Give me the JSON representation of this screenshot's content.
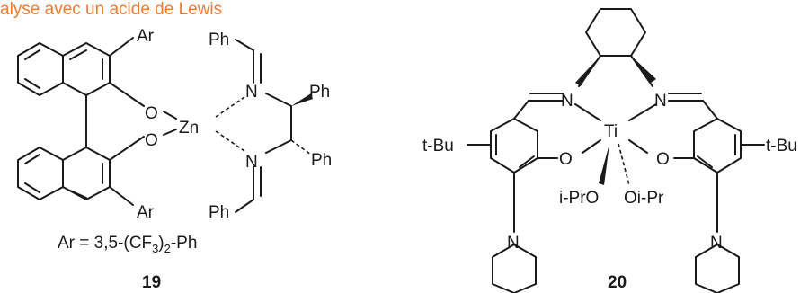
{
  "heading": "alyse avec un acide de Lewis",
  "compound_19": {
    "number": "19",
    "ar_top": "Ar",
    "ar_bottom": "Ar",
    "ph_top": "Ph",
    "ph_bottom": "Ph",
    "ph_right_top": "Ph",
    "ph_right_bottom": "Ph",
    "metal": "Zn",
    "o_top": "O",
    "o_bottom": "O",
    "n_top": "N",
    "n_bottom": "N",
    "formula_prefix": "Ar = 3,5-(CF",
    "formula_sub1": "3",
    "formula_mid": ")",
    "formula_sub2": "2",
    "formula_suffix": "-Ph"
  },
  "compound_20": {
    "number": "20",
    "metal": "Ti",
    "n_left": "N",
    "n_right": "N",
    "o_left": "O",
    "o_right": "O",
    "tbu_left": "t-Bu",
    "tbu_right": "t-Bu",
    "oipr_left": "i-PrO",
    "oipr_right": "Oi-Pr",
    "n_pip_left": "N",
    "n_pip_right": "N"
  },
  "colors": {
    "heading": "#f07b2f",
    "ink": "#1a1a1a"
  }
}
